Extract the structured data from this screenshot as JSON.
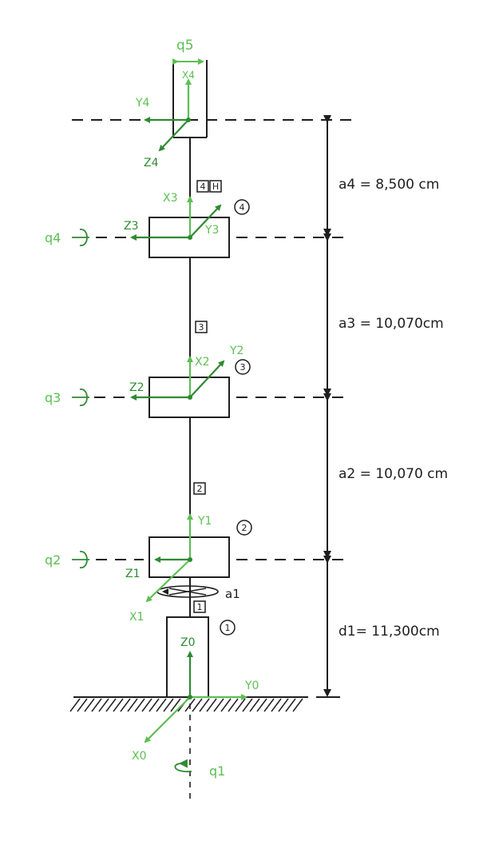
{
  "colors": {
    "ink": "#1e1e1e",
    "green_light": "#5cbf52",
    "green_dark": "#2f8a32"
  },
  "gripper_label": "q5",
  "frames": {
    "f4": {
      "x": "X4",
      "y": "Y4",
      "z": "Z4"
    },
    "f3": {
      "x": "X3",
      "y": "Y3",
      "z": "Z3"
    },
    "f2": {
      "x": "X2",
      "y": "Y2",
      "z": "Z2"
    },
    "f1": {
      "x": "X1",
      "y": "Y1",
      "z": "Z1"
    },
    "f0": {
      "x": "X0",
      "y": "Y0",
      "z": "Z0"
    }
  },
  "joints": {
    "q1": "q1",
    "q2": "q2",
    "q3": "q3",
    "q4": "q4"
  },
  "joint_numbers": [
    "1",
    "2",
    "3",
    "4"
  ],
  "link_tags": [
    "1",
    "2",
    "3",
    "4",
    "H"
  ],
  "twist_label": "a1",
  "dimensions": [
    {
      "text": "a4 = 8,500 cm"
    },
    {
      "text": "a3 = 10,070cm"
    },
    {
      "text": "a2 = 10,070 cm"
    },
    {
      "text": "d1= 11,300cm"
    }
  ]
}
